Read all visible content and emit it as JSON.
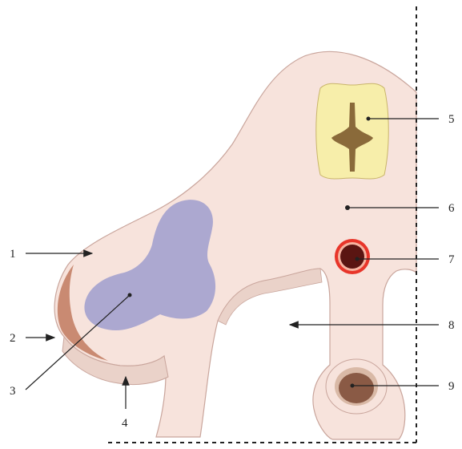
{
  "labels": {
    "l1": "1",
    "l2": "2",
    "l3": "3",
    "l4": "4",
    "l5": "5",
    "l6": "6",
    "l7": "7",
    "l8": "8",
    "l9": "9"
  },
  "colors": {
    "tissue": "#f7e3dc",
    "tissue_edge": "#c9a59c",
    "tissue_shadow": "#ead2c9",
    "ectoderm_band": "#c98a72",
    "mesoderm_blob": "#a8a4cf",
    "notochord_outer": "#f7eeaa",
    "notochord_inner": "#8a6a3a",
    "aorta_ring": "#e8352a",
    "aorta_fill": "#5a1512",
    "gut_fill": "#8a5a45",
    "gut_ring": "#d9b9a6",
    "line": "#222222"
  }
}
